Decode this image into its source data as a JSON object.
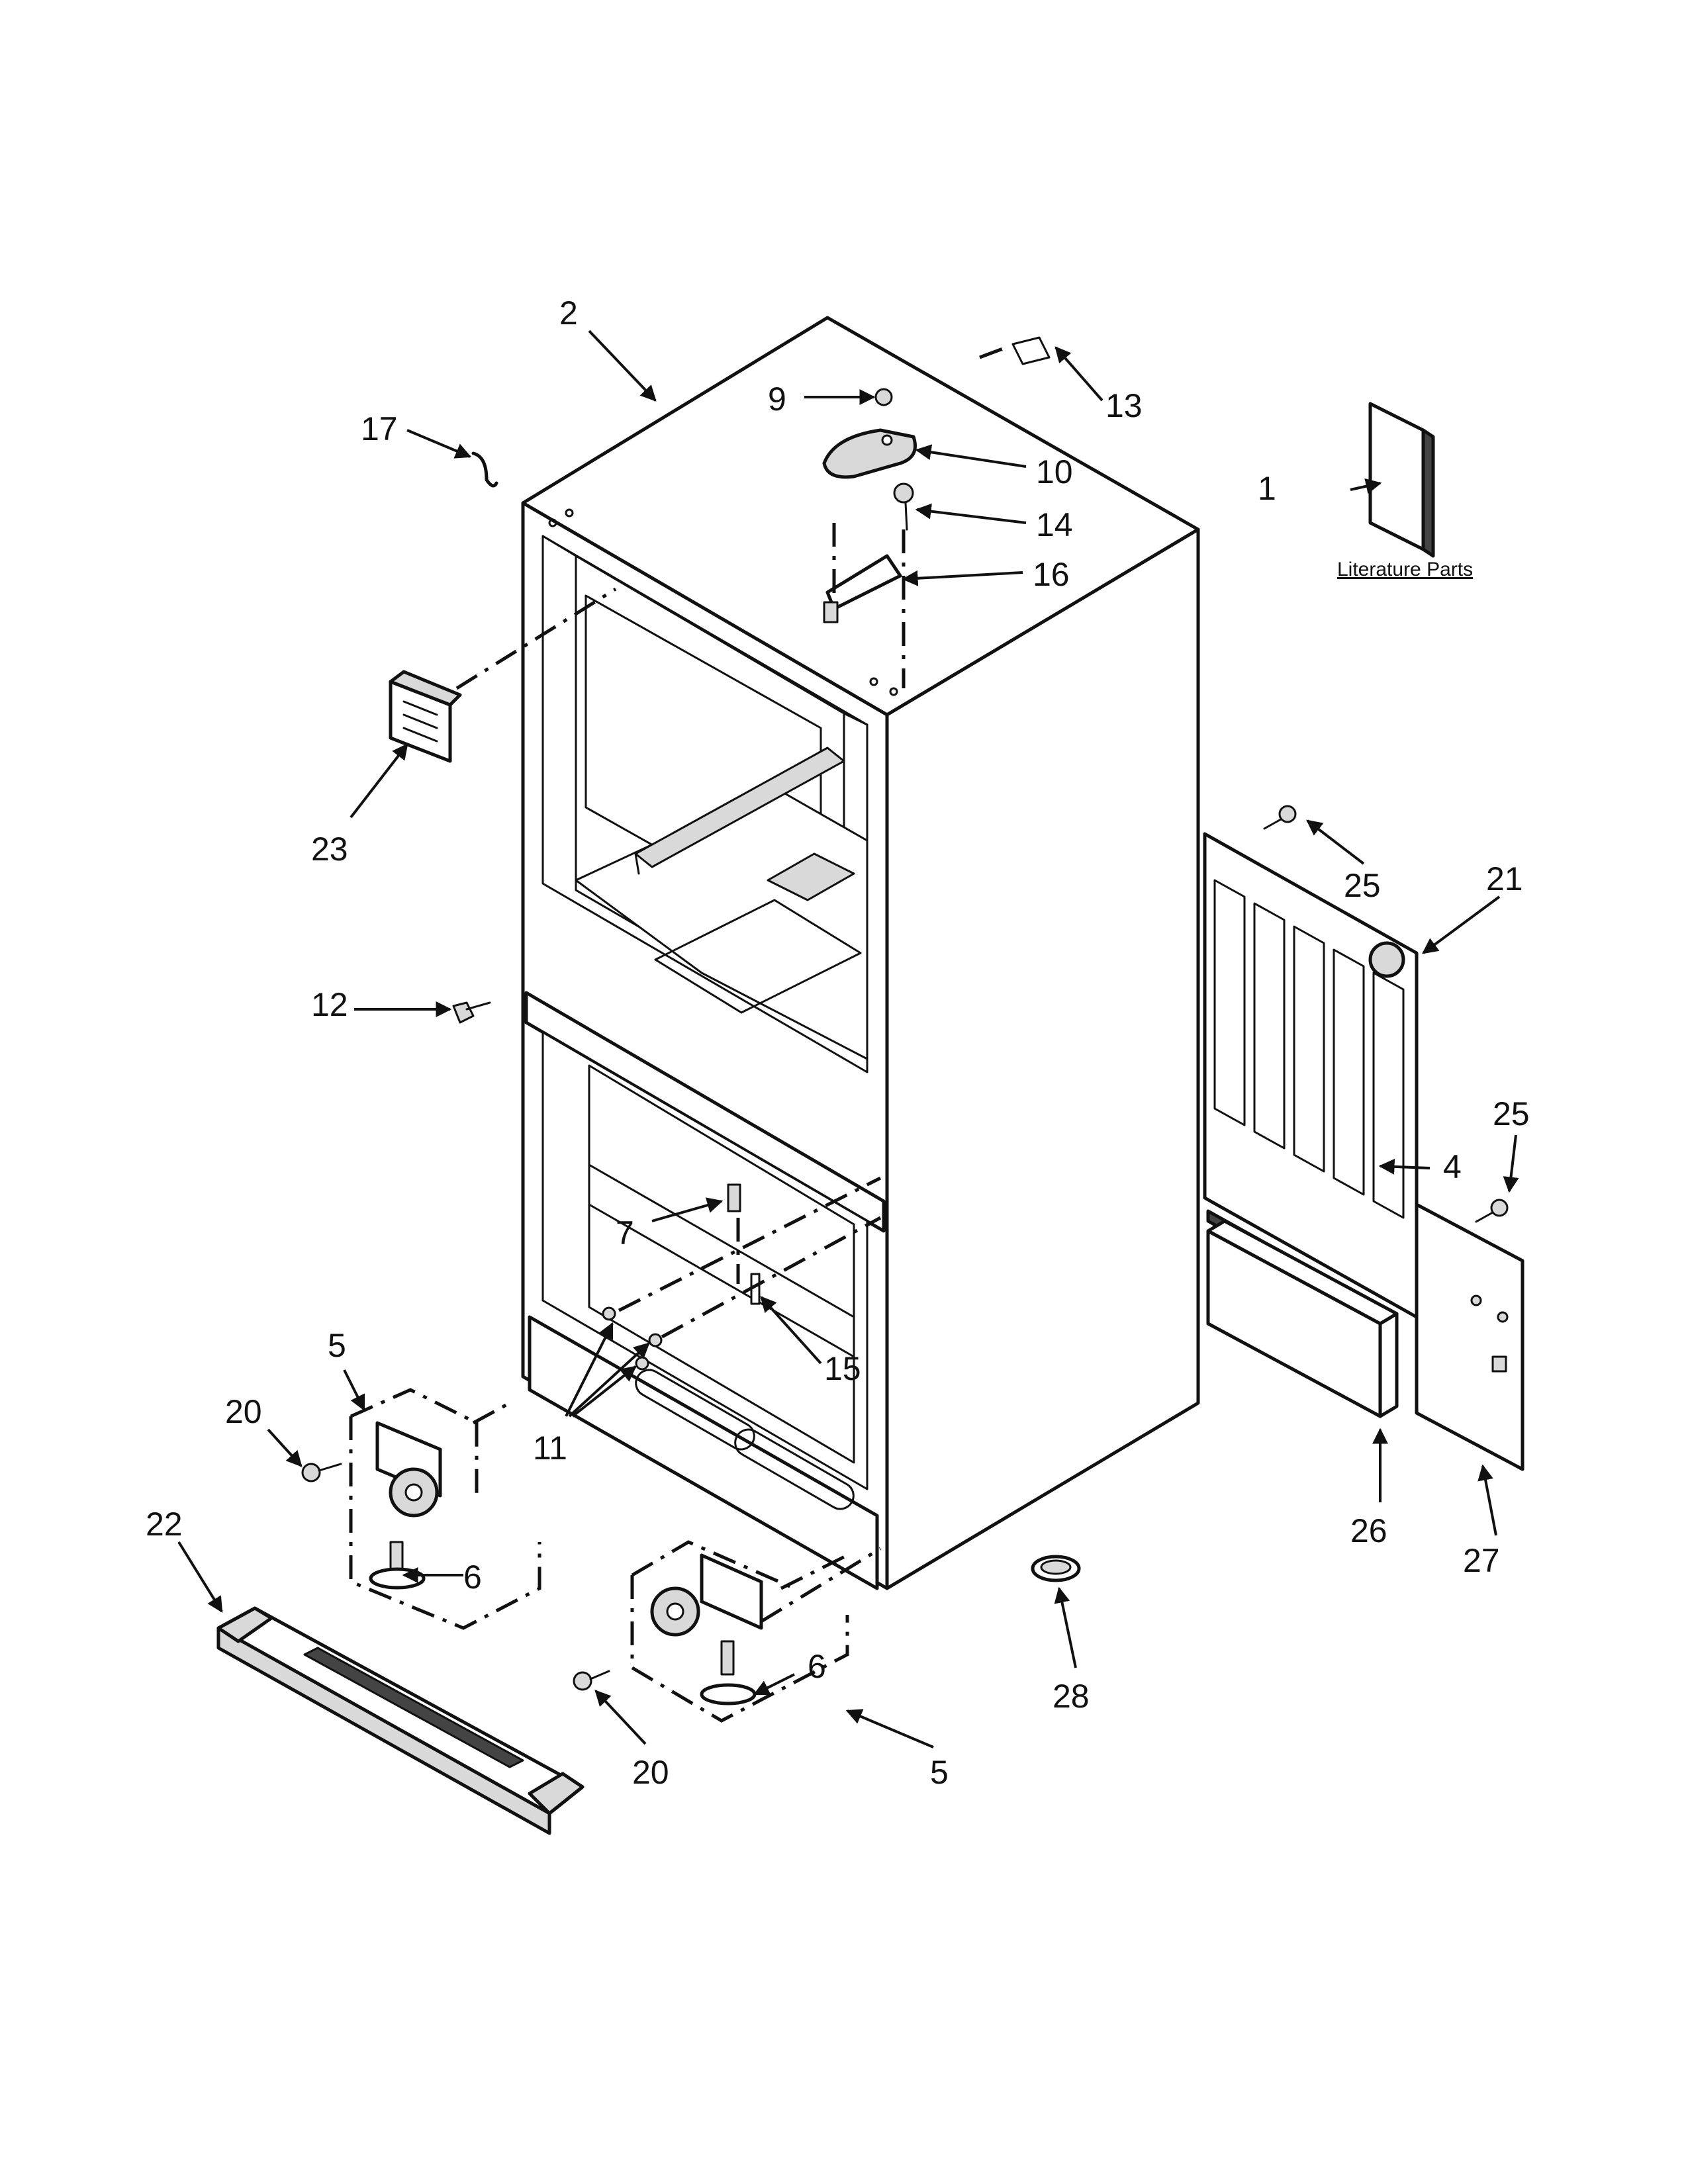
{
  "literature_label": "Literature Parts",
  "labels": [
    {
      "id": "1",
      "text": "1"
    },
    {
      "id": "2",
      "text": "2"
    },
    {
      "id": "4",
      "text": "4"
    },
    {
      "id": "5a",
      "text": "5"
    },
    {
      "id": "5b",
      "text": "5"
    },
    {
      "id": "6a",
      "text": "6"
    },
    {
      "id": "6b",
      "text": "6"
    },
    {
      "id": "7",
      "text": "7"
    },
    {
      "id": "9",
      "text": "9"
    },
    {
      "id": "10",
      "text": "10"
    },
    {
      "id": "11",
      "text": "11"
    },
    {
      "id": "12",
      "text": "12"
    },
    {
      "id": "13",
      "text": "13"
    },
    {
      "id": "14",
      "text": "14"
    },
    {
      "id": "15",
      "text": "15"
    },
    {
      "id": "16",
      "text": "16"
    },
    {
      "id": "17",
      "text": "17"
    },
    {
      "id": "20a",
      "text": "20"
    },
    {
      "id": "20b",
      "text": "20"
    },
    {
      "id": "21",
      "text": "21"
    },
    {
      "id": "22",
      "text": "22"
    },
    {
      "id": "23",
      "text": "23"
    },
    {
      "id": "25a",
      "text": "25"
    },
    {
      "id": "25b",
      "text": "25"
    },
    {
      "id": "26",
      "text": "26"
    },
    {
      "id": "27",
      "text": "27"
    },
    {
      "id": "28",
      "text": "28"
    }
  ],
  "colors": {
    "line": "#111111",
    "background": "#ffffff",
    "shade": "#d9d9d9"
  }
}
